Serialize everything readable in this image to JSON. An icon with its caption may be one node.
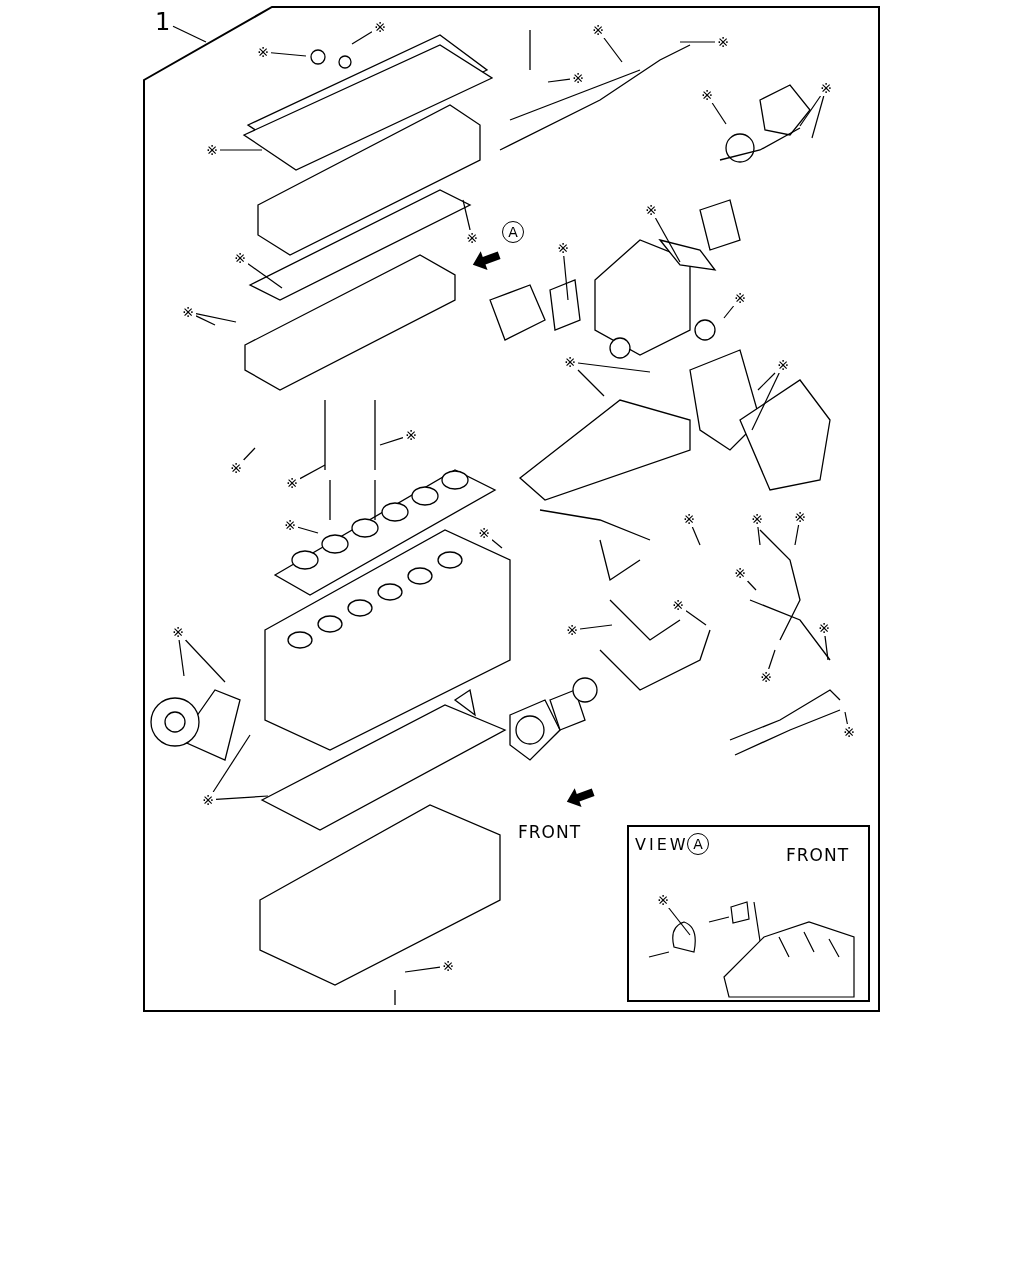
{
  "diagram": {
    "nodes": [
      {
        "text": [],
        "shape": "box"
      },
      {
        "text": [
          "1"
        ]
      },
      {
        "text": [
          "VIEW",
          "A"
        ],
        "in": 0
      },
      {
        "text": [
          "※"
        ],
        "in": 0
      },
      {
        "text": [
          "※"
        ],
        "in": 0
      },
      {
        "text": [
          "※"
        ],
        "in": 0
      },
      {
        "text": [
          "※"
        ],
        "in": 0
      },
      {
        "text": [
          "※"
        ],
        "in": 0
      },
      {
        "text": [
          "※"
        ],
        "in": 0
      },
      {
        "text": [
          "※"
        ],
        "in": 0
      },
      {
        "text": [
          "※"
        ],
        "in": 0
      },
      {
        "text": [
          "※"
        ],
        "in": 0
      },
      {
        "text": [
          "※"
        ],
        "in": 0
      },
      {
        "text": [
          "※"
        ],
        "in": 0
      },
      {
        "text": [
          "※"
        ],
        "in": 0
      },
      {
        "text": [
          "※"
        ],
        "in": 0
      },
      {
        "text": [
          "※"
        ],
        "in": 0
      },
      {
        "text": [
          "※"
        ],
        "in": 0
      },
      {
        "text": [
          "※"
        ],
        "in": 0
      },
      {
        "text": [
          "※"
        ],
        "in": 0
      },
      {
        "text": [
          "※"
        ],
        "in": 0
      },
      {
        "text": [
          "※"
        ],
        "in": 0
      },
      {
        "text": [
          "※"
        ],
        "in": 0
      },
      {
        "text": [
          "※"
        ],
        "in": 0
      },
      {
        "text": [
          "※"
        ],
        "in": 0
      },
      {
        "text": [
          "※"
        ],
        "in": 0
      },
      {
        "text": [
          "※"
        ],
        "in": 0
      },
      {
        "text": [
          "※"
        ],
        "in": 0
      },
      {
        "text": [
          "※"
        ],
        "in": 0
      },
      {
        "text": [
          "※"
        ],
        "in": 0
      },
      {
        "text": [
          "※"
        ],
        "in": 0
      },
      {
        "text": [
          "※"
        ],
        "in": 0
      },
      {
        "text": [
          "※"
        ],
        "in": 0
      },
      {
        "text": [
          "※"
        ],
        "in": 0
      },
      {
        "text": [
          "※"
        ],
        "in": 0
      },
      {
        "text": [
          "※"
        ],
        "in": 0
      },
      {
        "text": [
          "※"
        ],
        "in": 2
      }
    ],
    "edges": [
      {
        "from": 1,
        "to": 0,
        "arrow": "none"
      },
      {
        "from": 3,
        "to": null,
        "arrow": "none"
      },
      {
        "from": 4,
        "to": null,
        "arrow": "none"
      },
      {
        "from": 5,
        "to": null,
        "arrow": "none"
      },
      {
        "from": 6,
        "to": null,
        "arrow": "none"
      },
      {
        "from": 7,
        "to": null,
        "arrow": "none"
      },
      {
        "from": 8,
        "to": null,
        "arrow": "none"
      },
      {
        "from": 9,
        "to": null,
        "arrow": "none"
      },
      {
        "from": 9,
        "to": null,
        "arrow": "none"
      },
      {
        "from": 10,
        "to": null,
        "arrow": "none"
      },
      {
        "from": 11,
        "to": null,
        "arrow": "none"
      },
      {
        "from": 12,
        "to": null,
        "arrow": "none"
      },
      {
        "from": 13,
        "to": null,
        "arrow": "none"
      },
      {
        "from": 14,
        "to": null,
        "arrow": "none"
      },
      {
        "from": 15,
        "to": null,
        "arrow": "none"
      },
      {
        "from": 15,
        "to": null,
        "arrow": "none"
      },
      {
        "from": 16,
        "to": null,
        "arrow": "none"
      },
      {
        "from": 17,
        "to": null,
        "arrow": "none"
      },
      {
        "from": 17,
        "to": null,
        "arrow": "none"
      },
      {
        "from": 18,
        "to": null,
        "arrow": "none"
      },
      {
        "from": 18,
        "to": null,
        "arrow": "none"
      },
      {
        "from": 19,
        "to": null,
        "arrow": "none"
      },
      {
        "from": 20,
        "to": null,
        "arrow": "none"
      },
      {
        "from": 21,
        "to": null,
        "arrow": "none"
      },
      {
        "from": 22,
        "to": null,
        "arrow": "none"
      },
      {
        "from": 23,
        "to": null,
        "arrow": "none"
      },
      {
        "from": 24,
        "to": null,
        "arrow": "none"
      },
      {
        "from": 25,
        "to": null,
        "arrow": "none"
      },
      {
        "from": 26,
        "to": null,
        "arrow": "none"
      },
      {
        "from": 27,
        "to": null,
        "arrow": "none"
      },
      {
        "from": 28,
        "to": null,
        "arrow": "none"
      },
      {
        "from": 28,
        "to": null,
        "arrow": "none"
      },
      {
        "from": 29,
        "to": null,
        "arrow": "none"
      },
      {
        "from": 30,
        "to": null,
        "arrow": "none"
      },
      {
        "from": 31,
        "to": null,
        "arrow": "none"
      },
      {
        "from": 32,
        "to": null,
        "arrow": "none"
      },
      {
        "from": 33,
        "to": null,
        "arrow": "none"
      },
      {
        "from": 34,
        "to": null,
        "arrow": "none"
      },
      {
        "from": 34,
        "to": null,
        "arrow": "none"
      },
      {
        "from": 35,
        "to": null,
        "arrow": "none"
      },
      {
        "from": 36,
        "to": null,
        "arrow": "none"
      }
    ],
    "labels": [
      "A",
      "FRONT",
      "FRONT"
    ]
  }
}
